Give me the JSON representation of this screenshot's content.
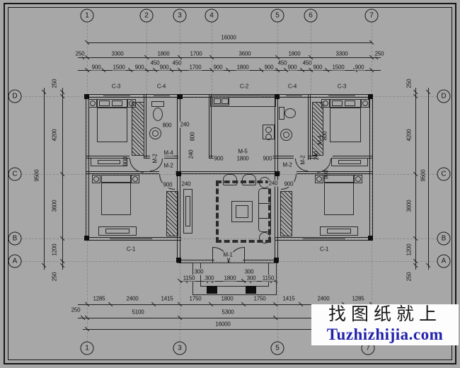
{
  "grid": {
    "top": [
      "1",
      "2",
      "3",
      "4",
      "5",
      "6",
      "7"
    ],
    "bottom": [
      "1",
      "3",
      "5",
      "7"
    ],
    "left": [
      "D",
      "C",
      "B",
      "A"
    ],
    "right": [
      "D",
      "C",
      "B",
      "A"
    ]
  },
  "dims": {
    "top_total": "16000",
    "top_row2": [
      "250",
      "3300",
      "1800",
      "1700",
      "3600",
      "1800",
      "3300",
      "250"
    ],
    "top_row3": [
      "900",
      "1500",
      "900",
      "450",
      "900",
      "450",
      "1700",
      "900",
      "1800",
      "900",
      "450",
      "900",
      "450",
      "900",
      "1500",
      "900"
    ],
    "left": [
      "250",
      "4200",
      "9500",
      "3600",
      "1200",
      "250"
    ],
    "right": [
      "250",
      "4200",
      "9500",
      "3600",
      "1200",
      "250"
    ],
    "porch": [
      "300",
      "300",
      "1150",
      "300",
      "1800",
      "300",
      "1150"
    ],
    "bottom_row2": [
      "1285",
      "2400",
      "1415",
      "1750",
      "1800",
      "1750",
      "1415",
      "2400",
      "1285"
    ],
    "bottom_row3": [
      "250",
      "5100",
      "5300"
    ],
    "bottom_total": "16000"
  },
  "windows": [
    "C-3",
    "C-4",
    "C-2",
    "C-4",
    "C-3",
    "C-1",
    "C-1"
  ],
  "labels": [
    "800",
    "240",
    "800",
    "240",
    "M-2",
    "M-4",
    "M-2",
    "900",
    "900",
    "240",
    "M-5",
    "900",
    "1800",
    "900",
    "M-1",
    "M-2",
    "M-2",
    "M-4",
    "800",
    "240",
    "900",
    "240",
    "900"
  ],
  "watermark": {
    "line1": "找图纸就上",
    "line2": "Tuzhizhijia.com",
    "link_color": "#2222ad"
  }
}
